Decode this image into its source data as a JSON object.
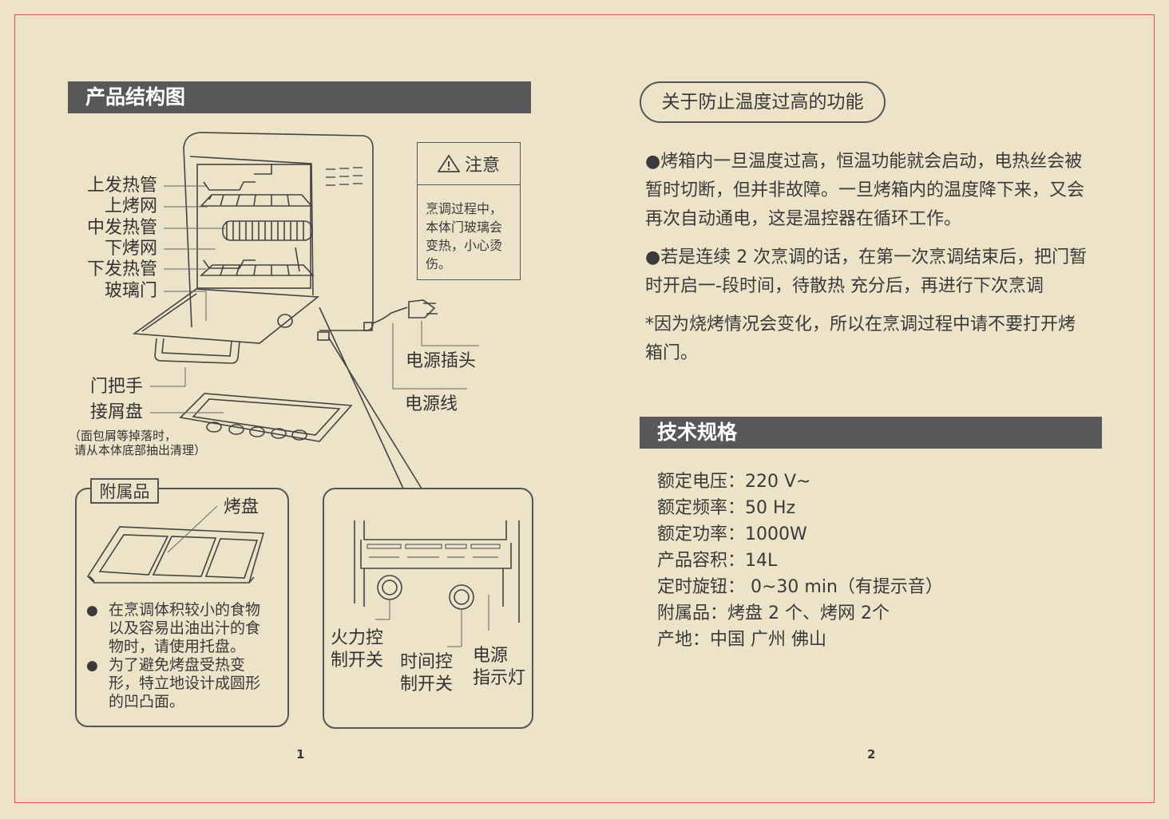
{
  "left": {
    "section_title": "产品结构图",
    "parts": {
      "upper_element": "上发热管",
      "upper_rack": "上烤网",
      "middle_element": "中发热管",
      "lower_rack": "下烤网",
      "lower_element": "下发热管",
      "glass_door": "玻璃门",
      "door_handle": "门把手",
      "crumb_tray": "接屑盘",
      "crumb_note_1": "（面包屑等掉落时，",
      "crumb_note_2": "请从本体底部抽出清理）",
      "power_plug": "电源插头",
      "power_cord": "电源线"
    },
    "notice": {
      "title": "注意",
      "body": "烹调过程中，\n本体门玻璃会\n变热，小心烫\n伤。"
    },
    "accessories": {
      "title": "附属品",
      "tray_label": "烤盘",
      "bullets": [
        "在烹调体积较小的食物\n以及容易出油出汁的食\n物时，请使用托盘。",
        "为了避免烤盘受热变\n形，特立地设计成圆形\n的凹凸面。"
      ]
    },
    "controls": {
      "fire_1": "火力控",
      "fire_2": "制开关",
      "time_1": "时间控",
      "time_2": "制开关",
      "power_1": "电源",
      "power_2": "指示灯"
    },
    "page_number": "1"
  },
  "right": {
    "overheat_title": "关于防止温度过高的功能",
    "paragraphs": [
      "●烤箱内一旦温度过高，恒温功能就会启动，电热丝会被暂时切断，但并非故障。一旦烤箱内的温度降下来，又会再次自动通电，这是温控器在循环工作。",
      "●若是连续 2 次烹调的话，在第一次烹调结束后，把门暂时开启一-段时间，待散热 充分后，再进行下次烹调",
      "*因为烧烤情况会变化，所以在烹调过程中请不要打开烤箱门。"
    ],
    "specs_title": "技术规格",
    "specs": [
      "额定电压：220 V~",
      "额定频率：50 Hz",
      "额定功率：1000W",
      "产品容积：14L",
      "定时旋钮： 0~30 min（有提示音）",
      "附属品：烤盘 2 个、烤网 2个",
      "产地：中国 广州 佛山"
    ],
    "page_number": "2"
  },
  "colors": {
    "background": "#ece3c8",
    "bar": "#58585a",
    "border": "#d9534f",
    "line": "#555555"
  },
  "icons": [
    "warning-triangle-icon",
    "oven-illustration",
    "baking-tray-illustration",
    "control-panel-illustration"
  ]
}
